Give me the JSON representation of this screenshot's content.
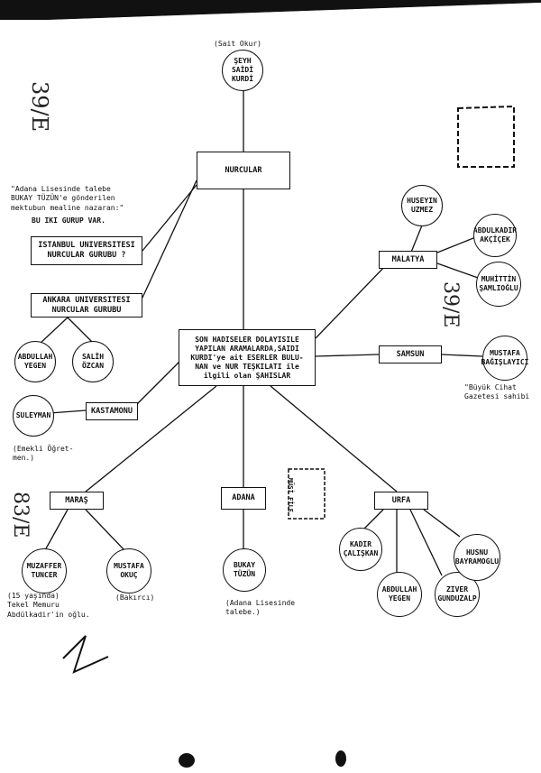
{
  "top": {
    "credit": "(Sait Okur)",
    "head": "ŞEYH\nSAİDİ\nKURDİ"
  },
  "center": {
    "nurcular": "NURCULAR",
    "search": "SON HADISELER DOLAYISILE\nYAPILAN ARAMALARDA,SAIDI\nKURDI'ye ait ESERLER BULU-\nNAN ve NUR TEŞKILATI ile\nilgili olan ŞAHISLAR"
  },
  "left": {
    "quote": "\"Adana Lisesinde talebe\nBUKAY TÜZÜN'e gönderilen\nmektubun mealine nazaran:\"",
    "two_groups": "BU IKI GURUP VAR.",
    "istanbul": "ISTANBUL UNIVERSITESI\nNURCULAR GURUBU ?",
    "ankara": "ANKARA UNIVERSITESI\nNURCULAR GURUBU",
    "abdullah": "ABDULLAH\nYEGEN",
    "salih": "SALİH\nÖZCAN",
    "kastamonu": "KASTAMONU",
    "suleyman": "SULEYMAN",
    "suleyman_note": "(Emekli Öğret-\nmen.)"
  },
  "right": {
    "malatya": "MALATYA",
    "huseyin": "HUSEYIN\nUZMEZ",
    "abdulkadir": "ABDULKADIR\nAKÇİÇEK",
    "muhittin": "MUHİTTİN\nŞAMLIOĞLU",
    "samsun": "SAMSUN",
    "mustafa_b": "MUSTAFA\nBAĞIŞLAYICI",
    "mustafa_b_note": "\"Büyük Cihat\nGazetesi sahibi"
  },
  "bottom": {
    "maras": "MARAŞ",
    "muzaffer": "MUZAFFER\nTUNCER",
    "muzaffer_note": "(15 yaşında)\nTekel Memuru\nAbdülkadir'in oğlu.",
    "mustafa_o": "MUSTAFA\nOKUÇ",
    "mustafa_o_note": "(Bakırcı)",
    "adana": "ADANA",
    "bukay": "BUKAY\nTÜZÜN",
    "bukay_note": "(Adana Lisesinde\ntalebe.)",
    "urfa": "URFA",
    "kadir": "KADIR\nÇALIŞKAN",
    "abdullah2": "ABDULLAH\nYEGEN",
    "ziver": "ZIVER\nGUNDUZALP",
    "husnu": "HUSNU\nBAYRAMOGLU"
  },
  "margin": {
    "mark1": "39/E",
    "mark2": "39/E",
    "mark3": "83/E",
    "stamp_text": "MÜSİ FİLE"
  }
}
